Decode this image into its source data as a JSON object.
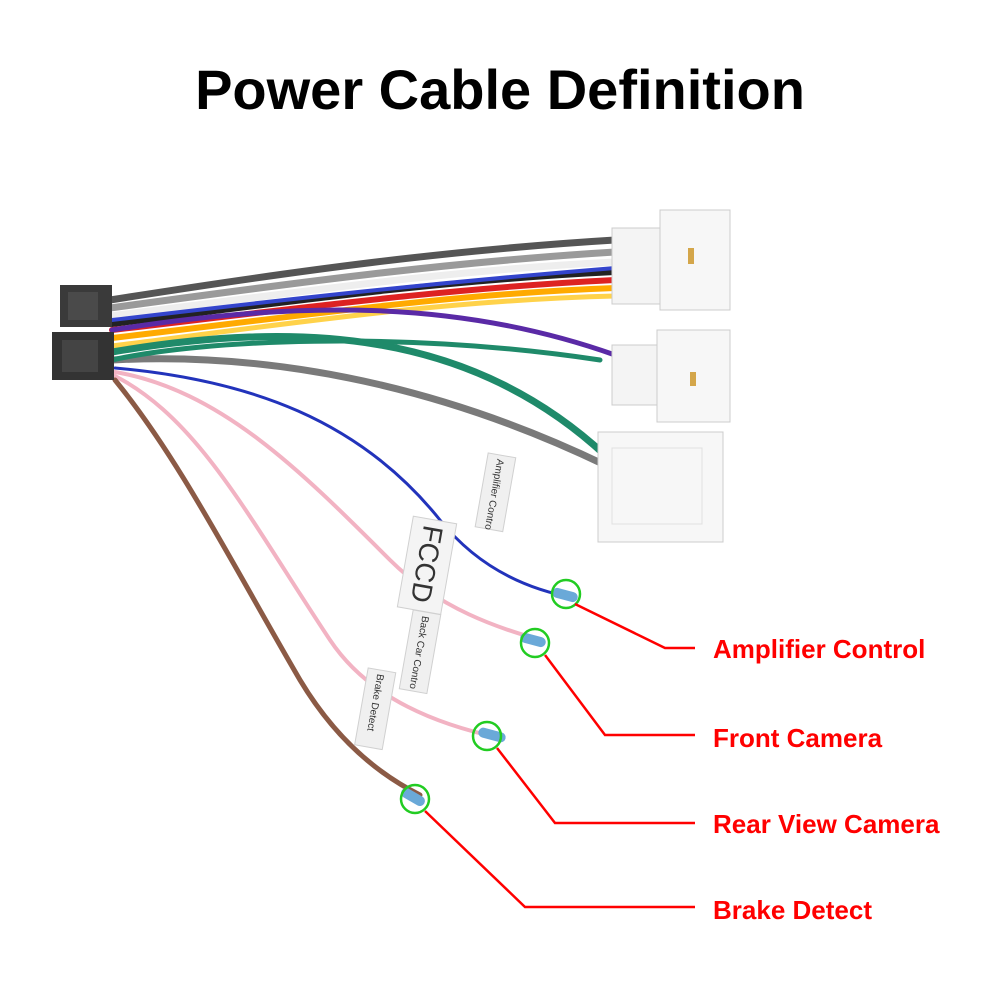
{
  "title": "Power Cable Definition",
  "accent_color": "#ff0000",
  "marker_color": "#22cc22",
  "callouts": [
    {
      "label": "Amplifier Control"
    },
    {
      "label": "Front Camera"
    },
    {
      "label": "Rear View Camera"
    },
    {
      "label": "Brake Detect"
    }
  ],
  "tags": {
    "fccd": "FCCD",
    "amplifier": "Amplifier Contro",
    "back_car": "Back Car Contro",
    "brake": "Brake Detect"
  }
}
